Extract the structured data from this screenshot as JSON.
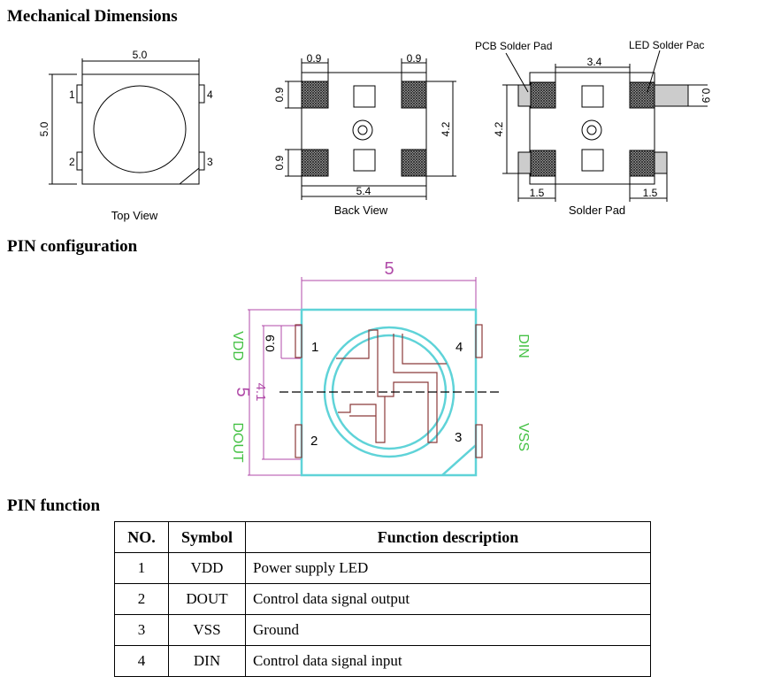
{
  "sections": {
    "mech": "Mechanical  Dimensions",
    "pin_config": "PIN  configuration",
    "pin_function": "PIN function"
  },
  "top_view": {
    "caption": "Top View",
    "dim_w": "5.0",
    "dim_h": "5.0",
    "p1": "1",
    "p2": "2",
    "p3": "3",
    "p4": "4"
  },
  "back_view": {
    "caption": "Back View",
    "d09a": "0.9",
    "d09b": "0.9",
    "d09c": "0.9",
    "d09d": "0.9",
    "d42": "4.2",
    "d54": "5.4"
  },
  "solder_pad": {
    "caption": "Solder Pad",
    "pcb_label": "PCB Solder Pad",
    "led_label": "LED Solder Pac",
    "d34": "3.4",
    "d42": "4.2",
    "d09": "0.9",
    "d15a": "1.5",
    "d15b": "1.5"
  },
  "pin_diagram": {
    "dim5_top": "5",
    "dim5_left": "5",
    "dim09": "0.9",
    "dim41": "4.1",
    "vdd": "VDD",
    "dout": "DOUT",
    "din": "DIN",
    "vss": "VSS",
    "n1": "1",
    "n2": "2",
    "n3": "3",
    "n4": "4"
  },
  "table": {
    "headers": [
      "NO.",
      "Symbol",
      "Function description"
    ],
    "rows": [
      [
        "1",
        "VDD",
        "Power supply LED"
      ],
      [
        "2",
        "DOUT",
        "Control data signal output"
      ],
      [
        "3",
        "VSS",
        "Ground"
      ],
      [
        "4",
        "DIN",
        "Control data signal input"
      ]
    ]
  }
}
